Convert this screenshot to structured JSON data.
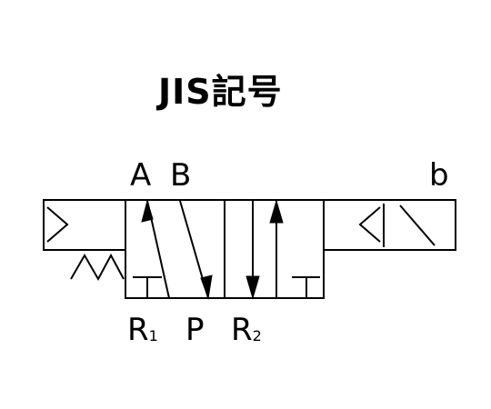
{
  "title": "JIS記号",
  "ports": {
    "a": "A",
    "b": "B",
    "coil_b": "b",
    "r1_main": "R",
    "r1_sub": "1",
    "p": "P",
    "r2_main": "R",
    "r2_sub": "2"
  },
  "colors": {
    "line": "#000000",
    "background": "#ffffff"
  }
}
